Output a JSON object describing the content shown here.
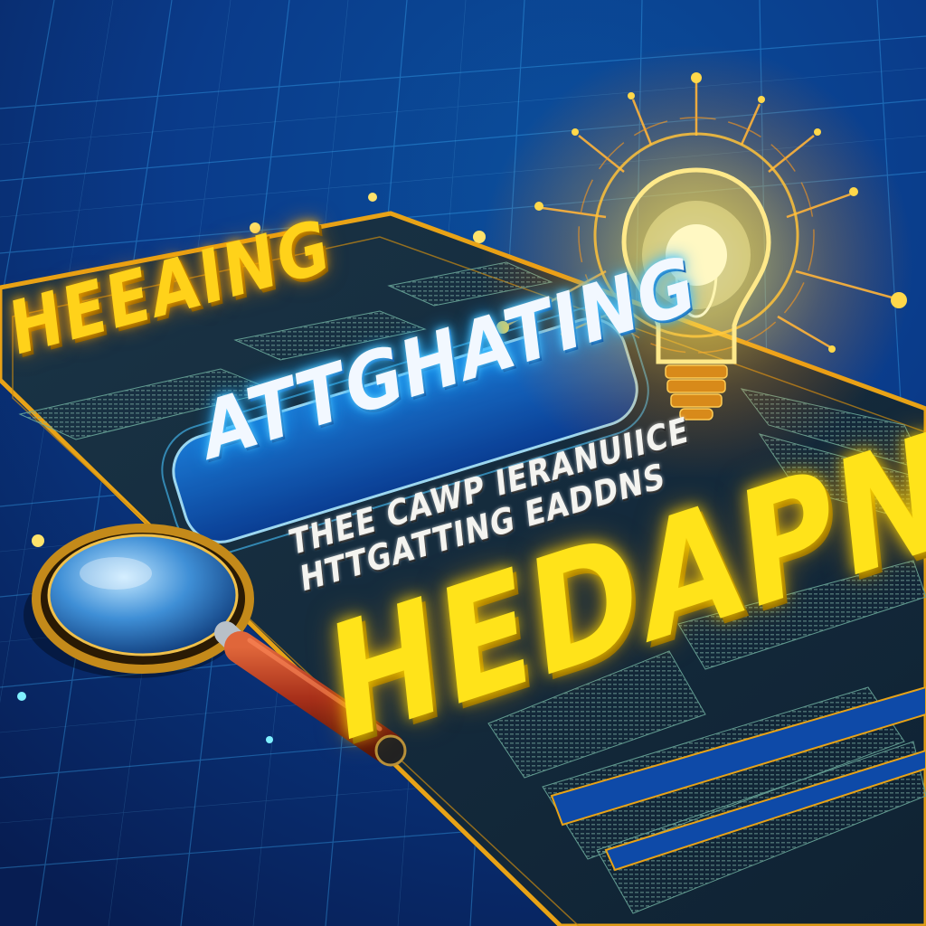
{
  "scene": {
    "heading_left": "HEEAING",
    "pill_title": "ATTGHATING",
    "subtitle_line_1": "THEE CAWP IERANUIICE",
    "subtitle_line_2": "HTTGATTING EADDNS",
    "main_heading": "HEDAPNG"
  },
  "palette": {
    "background_blue": "#0a2f7a",
    "grid_cyan": "#3fb6ff",
    "paper_dark": "#152a3a",
    "border_gold": "#e8a317",
    "heading_yellow": "#ffe31a",
    "glow_orange": "#ff9a1a",
    "pill_blue": "#0e62c8"
  },
  "icons": [
    "magnifying-glass-icon",
    "light-bulb-icon"
  ]
}
